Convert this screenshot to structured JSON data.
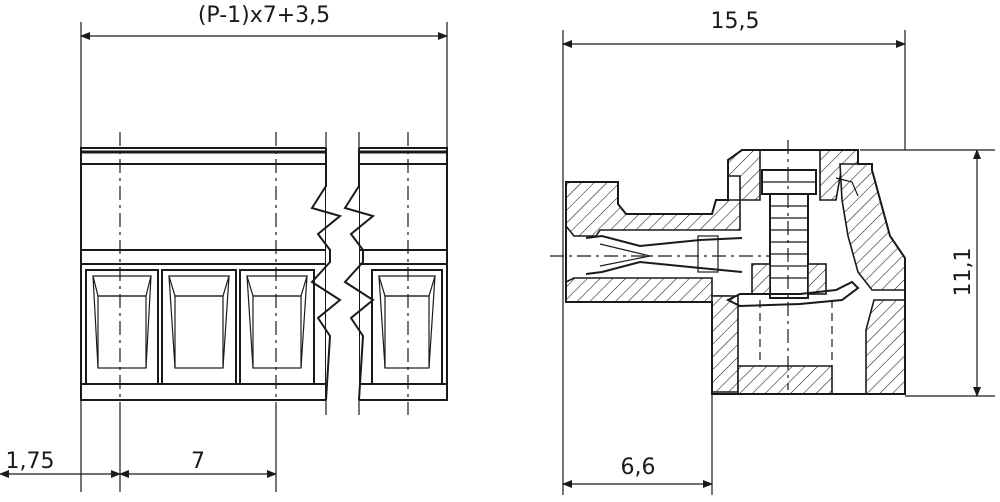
{
  "front_view": {
    "width_dimension": "(P-1)x7+3,5",
    "edge_offset_dimension": "1,75",
    "pitch_dimension": "7"
  },
  "side_view": {
    "length_dimension": "15,5",
    "height_dimension": "11,1",
    "depth_dimension": "6,6"
  }
}
